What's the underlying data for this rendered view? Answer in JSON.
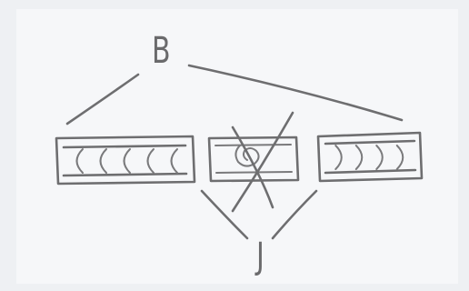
{
  "labels": {
    "top": "B",
    "bottom": "J"
  },
  "colors": {
    "paper": "#eef0f3",
    "pencil": "#6e6e70"
  },
  "parts": [
    {
      "name": "left-segment",
      "arc_marks": 5,
      "arc_direction": "open-right"
    },
    {
      "name": "center-segment",
      "mark": "spiral",
      "crossed_out": true
    },
    {
      "name": "right-segment",
      "arc_marks": 4,
      "arc_direction": "open-left"
    }
  ]
}
